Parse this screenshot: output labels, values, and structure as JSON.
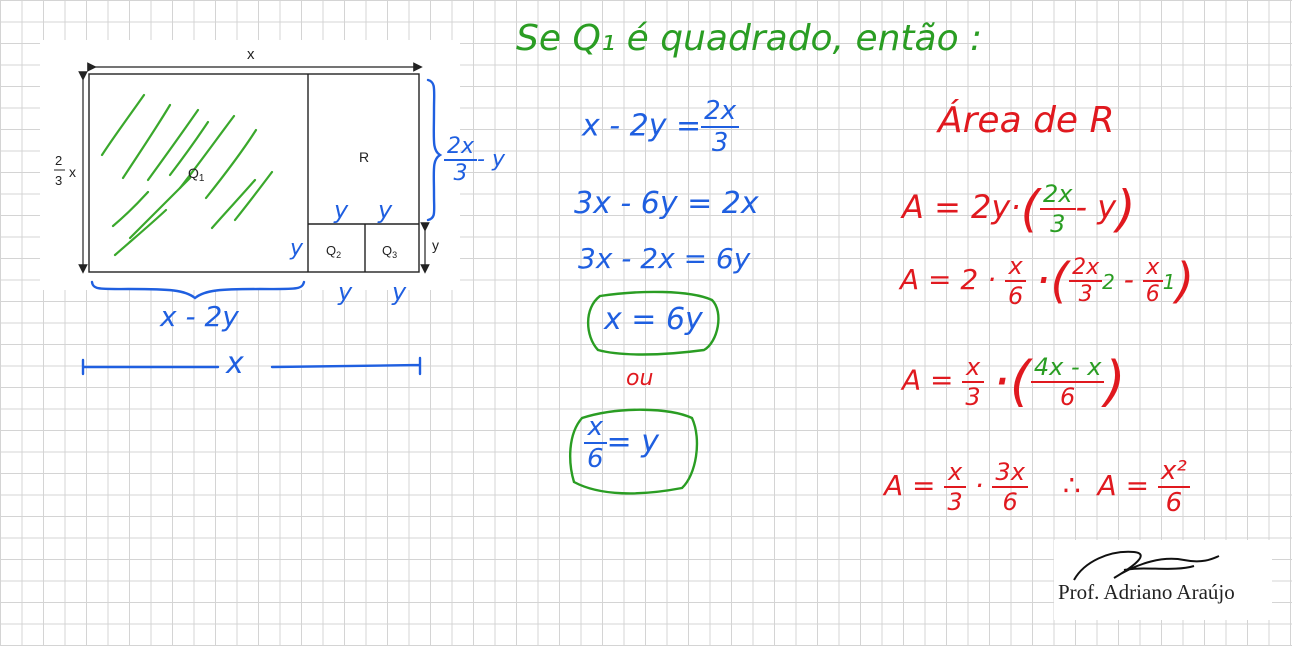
{
  "diagram": {
    "label_top_x": "x",
    "label_left_num": "2",
    "label_left_den": "3",
    "label_left_var": "x",
    "region_q1": "Q",
    "region_q1_sub": "1",
    "region_r": "R",
    "region_q2": "Q",
    "region_q2_sub": "2",
    "region_q3": "Q",
    "region_q3_sub": "3",
    "label_right_y": "y"
  },
  "annotations": {
    "right_num": "2x",
    "right_den": "3",
    "right_tail": "- y",
    "y_top_1": "y",
    "y_top_2": "y",
    "y_left_small": "y",
    "y_bottom_1": "y",
    "y_bottom_2": "y",
    "bottom_width": "x - 2y",
    "bottom_total": "x"
  },
  "header": {
    "title": "Se Q₁ é quadrado, então :"
  },
  "middle": {
    "eq1_left": "x - 2y =",
    "eq1_num": "2x",
    "eq1_den": "3",
    "eq2": "3x - 6y = 2x",
    "eq3": "3x - 2x = 6y",
    "eq4": "x = 6y",
    "or": "ou",
    "eq5_num": "x",
    "eq5_den": "6",
    "eq5_right": "= y"
  },
  "right": {
    "title": "Área de R",
    "line1_left": "A = 2y·",
    "line1_num": "2x",
    "line1_den": "3",
    "line1_tail": "- y",
    "line2_left": "A = 2 ·",
    "line2_n1": "x",
    "line2_d1": "6",
    "line2_n2": "2x",
    "line2_d2": "3",
    "line2_s1": "2",
    "line2_minus": "-",
    "line2_n3": "x",
    "line2_d3": "6",
    "line2_s2": "1",
    "line3_left": "A =",
    "line3_n1": "x",
    "line3_d1": "3",
    "line3_n2": "4x - x",
    "line3_d2": "6",
    "line4_left": "A =",
    "line4_n1": "x",
    "line4_d1": "3",
    "line4_n2": "3x",
    "line4_d2": "6",
    "therefore": "∴",
    "line4_res_left": "A =",
    "line4_res_num": "x²",
    "line4_res_den": "6"
  },
  "signature": {
    "name": "Prof. Adriano Araújo"
  }
}
